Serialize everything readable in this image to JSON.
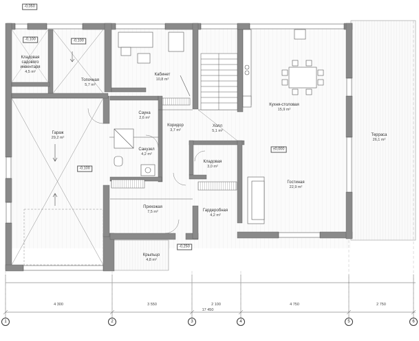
{
  "rooms": [
    {
      "name": "Кладовая садового инвентаря",
      "area": "4,5 m²"
    },
    {
      "name": "Топочная",
      "area": "5,7 m²"
    },
    {
      "name": "Гараж",
      "area": "29,2 m²"
    },
    {
      "name": "Кабинет",
      "area": "10,8 m²"
    },
    {
      "name": "Сауна",
      "area": "2,6 m²"
    },
    {
      "name": "Коридор",
      "area": "3,7 m²"
    },
    {
      "name": "Санузел",
      "area": "4,2 m²"
    },
    {
      "name": "Прихожая",
      "area": "7,5 m²"
    },
    {
      "name": "Холл",
      "area": "5,1 m²"
    },
    {
      "name": "Кладовая",
      "area": "3,0 m²"
    },
    {
      "name": "Гардеробная",
      "area": "4,2 m²"
    },
    {
      "name": "Кухня-столовая",
      "area": "15,9 m²"
    },
    {
      "name": "Гостиная",
      "area": "22,9 m²"
    },
    {
      "name": "Терраса",
      "area": "26,1 m²"
    },
    {
      "name": "Крыльцо",
      "area": "4,8 m²"
    }
  ],
  "level_tags": [
    "-0,050",
    "-0,100",
    "-0,100",
    "-0,100",
    "±0,000",
    "-0,250"
  ],
  "dimensions": {
    "segments": [
      "4 300",
      "3 550",
      "2 100",
      "4 750",
      "2 750"
    ],
    "total": "17 450"
  },
  "axes": [
    "1",
    "2",
    "3",
    "4",
    "5",
    "6"
  ]
}
